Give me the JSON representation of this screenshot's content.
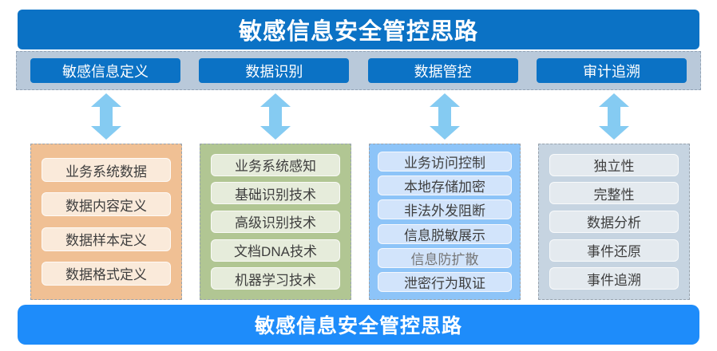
{
  "header": {
    "title": "敏感信息安全管控思路"
  },
  "footer": {
    "title": "敏感信息安全管控思路"
  },
  "categories": [
    {
      "label": "敏感信息定义"
    },
    {
      "label": "数据识别"
    },
    {
      "label": "数据管控"
    },
    {
      "label": "审计追溯"
    }
  ],
  "columns": [
    {
      "theme": "orange",
      "items": [
        "业务系统数据",
        "数据内容定义",
        "数据样本定义",
        "数据格式定义"
      ]
    },
    {
      "theme": "green",
      "items": [
        "业务系统感知",
        "基础识别技术",
        "高级识别技术",
        "文档DNA技术",
        "机器学习技术"
      ]
    },
    {
      "theme": "blue",
      "items": [
        "业务访问控制",
        "本地存储加密",
        "非法外发阻断",
        "信息脱敏展示",
        "信息防扩散",
        "泄密行为取证"
      ]
    },
    {
      "theme": "gray",
      "items": [
        "独立性",
        "完整性",
        "数据分析",
        "事件还原",
        "事件追溯"
      ]
    }
  ],
  "colors": {
    "banner_top": "#0b72c5",
    "banner_bottom": "#1e8cfa",
    "button_blue": "#0b72c5",
    "bar_bg": "#b9c9da",
    "arrow": "#85cbf2",
    "col_orange_bg": "#f0c094",
    "col_orange_item": "#faeada",
    "col_green_bg": "#b1c693",
    "col_green_item": "#e6ecdb",
    "col_blue_bg": "#8dc4f8",
    "col_blue_item": "#d2e4fb",
    "col_gray_bg": "#c6d4e1",
    "col_gray_item": "#e4eaef",
    "item_text": "#3e3e3e"
  }
}
